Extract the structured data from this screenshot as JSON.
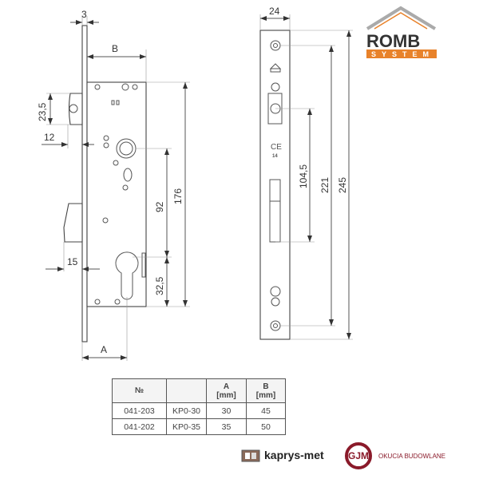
{
  "left_view": {
    "dims": {
      "faceplate": "3",
      "backset": "B",
      "latch_height": "23,5",
      "latch_projection": "12",
      "bolt_projection": "15",
      "follower_to_cylinder": "92",
      "cylinder_to_bottom": "32,5",
      "case_height": "176",
      "cylinder_backset": "A"
    }
  },
  "right_view": {
    "dims": {
      "width": "24",
      "latch_to_bolt": "104,5",
      "hole_spacing": "221",
      "total_height": "245"
    },
    "ce_mark": "CE",
    "ce_number": "14"
  },
  "table": {
    "headers": [
      "№",
      "",
      "A\n[mm]",
      "B\n[mm]"
    ],
    "header_a": [
      "A",
      "[mm]"
    ],
    "header_b": [
      "B",
      "[mm]"
    ],
    "rows": [
      [
        "041-203",
        "KP0-30",
        "30",
        "45"
      ],
      [
        "041-202",
        "KP0-35",
        "35",
        "50"
      ]
    ]
  },
  "logos": {
    "romb_top": "ROMB",
    "romb_bottom": "SYSTEM",
    "kaprys": "kaprys-met",
    "gjm": "GJM",
    "gjm_tagline": "OKUCIA BUDOWLANE"
  },
  "colors": {
    "romb_orange": "#e8822a",
    "gjm_red": "#8a1a2a",
    "line": "#555555"
  }
}
